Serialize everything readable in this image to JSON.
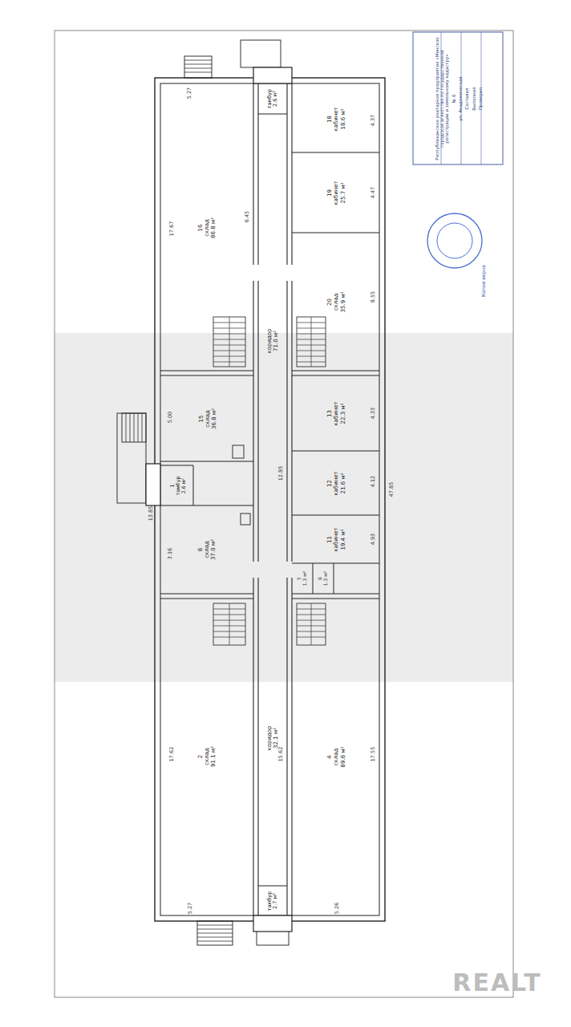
{
  "diagram": {
    "nodes": [
      {
        "text": [
          "Республиканское унитарное предприятие «Минское городское агентство по государственной регистрации и земельному кадастру»",
          "№ 6",
          "ул. Академическая",
          "Составил",
          "Выполнил",
          "Проверил"
        ]
      },
      {
        "text": [
          "тамбур",
          "2.6 м²"
        ]
      },
      {
        "text": [
          "18",
          "кабинет",
          "18.6 м²"
        ]
      },
      {
        "text": [
          "16",
          "склад",
          "86.8 м²"
        ]
      },
      {
        "text": [
          "19",
          "кабинет",
          "25.7 м²"
        ]
      },
      {
        "text": [
          "20",
          "склад",
          "35.9 м²"
        ]
      },
      {
        "text": [
          "коридор",
          "71.0 м²"
        ]
      },
      {
        "text": [
          "15",
          "склад",
          "36.8 м²"
        ]
      },
      {
        "text": [
          "13",
          "кабинет",
          "22.3 м²"
        ]
      },
      {
        "text": [
          "12",
          "кабинет",
          "21.6 м²"
        ]
      },
      {
        "text": [
          "1",
          "тамбур",
          "2.6 м²"
        ]
      },
      {
        "text": [
          "8",
          "склад",
          "37.0 м²"
        ]
      },
      {
        "text": [
          "11",
          "кабинет",
          "19.4 м²"
        ]
      },
      {
        "text": [
          "5",
          "1.3 м²"
        ]
      },
      {
        "text": [
          "6",
          "1.3 м²"
        ]
      },
      {
        "text": [
          "2",
          "склад",
          "91.1 м²"
        ]
      },
      {
        "text": [
          "коридор",
          "32.1 м²"
        ]
      },
      {
        "text": [
          "4",
          "склад",
          "89.8 м²"
        ]
      },
      {
        "text": [
          "тамбур",
          "2.7 м²"
        ]
      }
    ],
    "labels": [
      "5.27",
      "17.67",
      "6.45",
      "4.37",
      "4.47",
      "8.55",
      "5.00",
      "13.85",
      "12.85",
      "4.33",
      "4.12",
      "3.16",
      "4.93",
      "47.85",
      "17.62",
      "15.62",
      "17.55",
      "5.27",
      "5.26",
      "Копия верна",
      "REALT"
    ]
  }
}
